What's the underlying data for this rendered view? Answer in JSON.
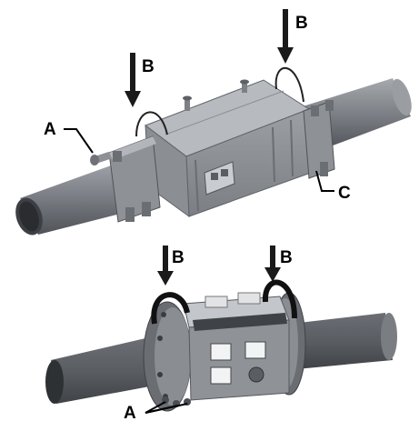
{
  "labels": {
    "a_top": "A",
    "b_top_left": "B",
    "b_top_right": "B",
    "c": "C",
    "b_bottom_left": "B",
    "b_bottom_right": "B",
    "a_bottom": "A"
  },
  "colors": {
    "pipe": "#8a8e94",
    "pipe_dark": "#5d6167",
    "housing": "#9ea2a7",
    "housing_top": "#b9bcc0",
    "housing_dark": "#6e7277",
    "arrow": "#1a1a1a",
    "handle": "#111111"
  }
}
